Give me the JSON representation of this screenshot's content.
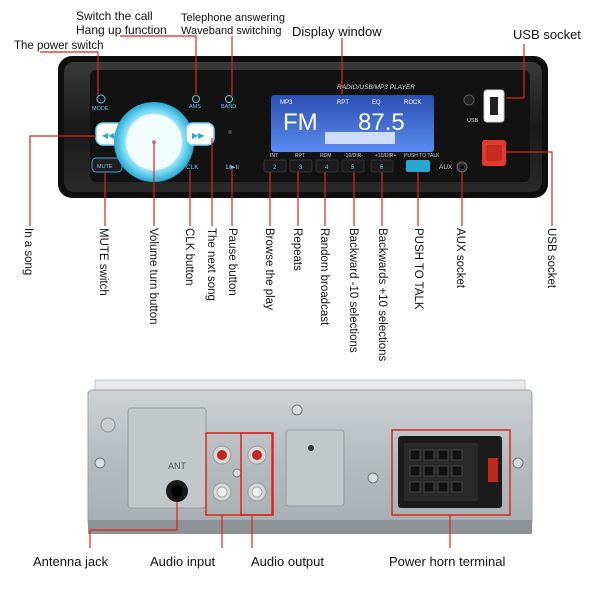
{
  "top_labels": {
    "switch_call": "Switch the call",
    "hang_up": "Hang up function",
    "telephone": "Telephone answering",
    "waveband": "Waveband switching",
    "display_window": "Display window",
    "usb_socket_top": "USB socket",
    "power_switch": "The power switch"
  },
  "vertical_labels": [
    "In a song",
    "MUTE switch",
    "Volume turn button",
    "CLK button",
    "The next song",
    "Pause button",
    "Browse the play",
    "Repeats",
    "Random broadcast",
    "Backward -10 selections",
    "Backwards +10 selections",
    "PUSH TO TALK",
    "AUX socket",
    "USB socket"
  ],
  "bottom_labels": {
    "antenna": "Antenna jack",
    "audio_input": "Audio input",
    "audio_output": "Audio output",
    "power_horn": "Power horn terminal"
  },
  "panel": {
    "header": "RADIO/USB/MP3 PLAYER",
    "mode": "MODE",
    "ams": "AMS",
    "band": "BAND",
    "mute": "MUTE",
    "clk": "CLK",
    "play": "1/▶II",
    "usb": "USB",
    "aux": "AUX",
    "push_to_talk": "PUSH TO TALK",
    "display_tags": [
      "MP3",
      "RPT",
      "EQ",
      "ROCK"
    ],
    "display_main": "FM  87.5",
    "buttons": [
      {
        "top": "INT",
        "num": "2"
      },
      {
        "top": "RPT",
        "num": "3"
      },
      {
        "top": "RDM",
        "num": "4"
      },
      {
        "top": "-10/DIR-",
        "num": "5"
      },
      {
        "top": "+10/DIR+",
        "num": "6"
      }
    ]
  },
  "rear": {
    "ant": "ANT"
  },
  "colors": {
    "accent_red": "#d9261c",
    "knob_cyan": "#5fd3f0",
    "display_blue": "#3d6fe0"
  }
}
